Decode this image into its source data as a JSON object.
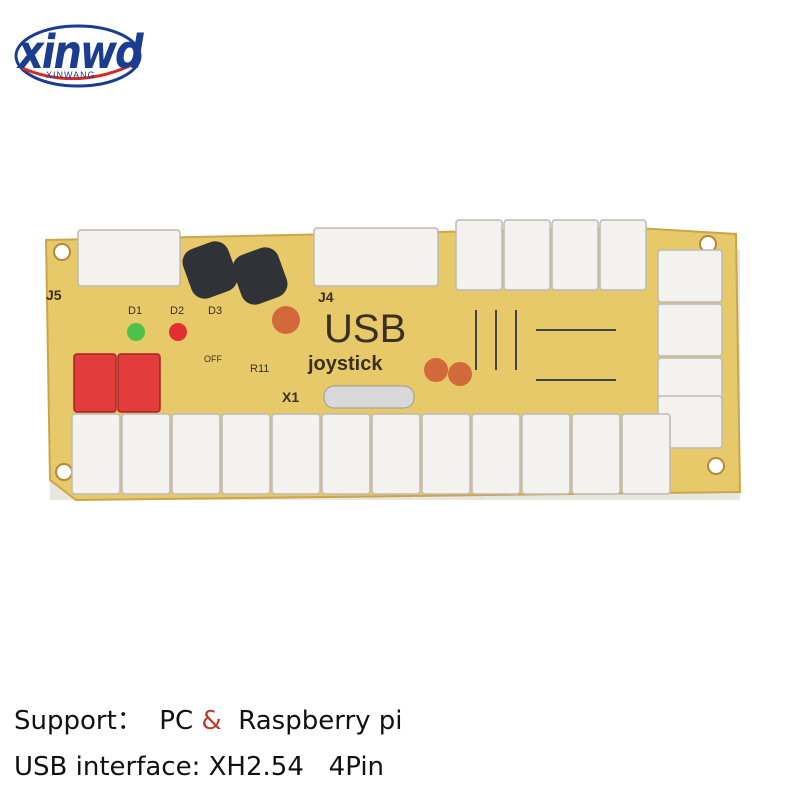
{
  "logo": {
    "brand": "xinwd",
    "sub": "XINWANG"
  },
  "board": {
    "silkscreen": {
      "usb": "USB",
      "joystick": "joystick",
      "j5": "J5",
      "j4": "J4",
      "d1": "D1",
      "d2": "D2",
      "d3": "D3",
      "r11": "R11",
      "x1": "X1",
      "off": "OFF"
    },
    "colors": {
      "pcb": "#e8c96a",
      "connector": "#f4f2ee",
      "red_connector": "#e23c3c",
      "green_led": "#4cc24c",
      "red_led": "#e03030"
    }
  },
  "captions": {
    "line1_prefix": "Support：  PC",
    "line1_amp": "&",
    "line1_suffix": "  Raspberry pi",
    "line2": "USB interface: XH2.54   4Pin"
  }
}
